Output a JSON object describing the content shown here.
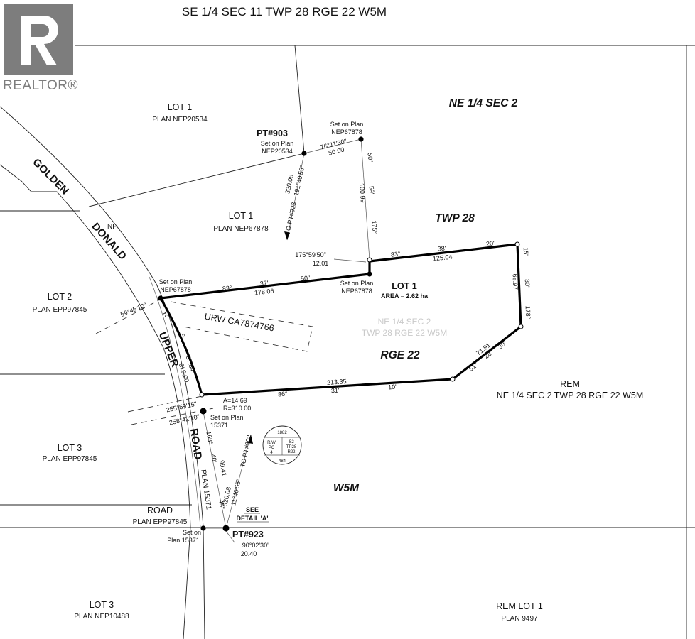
{
  "title": "SE 1/4 SEC 11 TWP 28 RGE 22 W5M",
  "logo": {
    "brand": "REALTOR®"
  },
  "regions": {
    "ne_quarter": "NE 1/4 SEC 2",
    "twp": "TWP 28",
    "rge": "RGE 22",
    "w5m": "W5M",
    "faint_line1": "NE 1/4 SEC 2",
    "faint_line2": "TWP 28 RGE 22 W5M"
  },
  "parcels": {
    "lot1_top": {
      "name": "LOT 1",
      "plan": "PLAN NEP20534"
    },
    "lot1_mid": {
      "name": "LOT 1",
      "plan": "PLAN NEP67878"
    },
    "lot2": {
      "name": "LOT 2",
      "plan": "PLAN EPP97845"
    },
    "lot3_mid": {
      "name": "LOT 3",
      "plan": "PLAN EPP97845"
    },
    "road_plan": {
      "name": "ROAD",
      "plan": "PLAN EPP97845"
    },
    "lot3_bottom": {
      "name": "LOT 3",
      "plan": "PLAN NEP10488"
    },
    "rem_lot1": {
      "name": "REM LOT 1",
      "plan": "PLAN 9497"
    },
    "rem": {
      "name": "REM",
      "desc": "NE 1/4 SEC 2 TWP 28 RGE 22 W5M"
    },
    "subject": {
      "name": "LOT 1",
      "area": "AREA = 2.62 ha"
    }
  },
  "roads": {
    "golden": "GOLDEN",
    "donald": "DONALD",
    "upper": "UPPER",
    "road": "ROAD",
    "nf": "NF",
    "plan15371": "PLAN 15371"
  },
  "urw": "URW CA7874766",
  "points": {
    "pt903": {
      "label": "PT#903",
      "set1": "Set on Plan",
      "set2": "NEP20534"
    },
    "pt923": {
      "label": "PT#923",
      "set1": "Set on",
      "set2": "Plan 15371"
    },
    "ne_corner": {
      "set1": "Set on Plan",
      "set2": "NEP67878"
    },
    "west_corner": {
      "set1": "Set on Plan",
      "set2": "NEP67878"
    },
    "mid_corner": {
      "set1": "Set on Plan",
      "set2": "NEP67878"
    },
    "upper_corner": {
      "set1": "Set on Plan",
      "set2": "15371"
    }
  },
  "see_detail": {
    "line1": "SEE",
    "line2": "DETAIL 'A'"
  },
  "dims": {
    "top_bearing": "76°11'30\"",
    "top_dist": "50.00",
    "east_50": "50\"",
    "east_dist": "100.99",
    "east_59": "59'",
    "east_175": "175°",
    "short_bearing": "175°59'50\"",
    "short_dist": "12.01",
    "ne_83": "83°",
    "ne_38": "38'",
    "ne_20": "20\"",
    "ne_dist": "125.04",
    "n_83": "83°",
    "n_37": "37'",
    "n_50": "50\"",
    "n_dist": "178.06",
    "e_15": "15\"",
    "e_dist": "68.97",
    "e_30": "30'",
    "e_178": "178°",
    "se_dist": "71.91",
    "se_30": "30\"",
    "se_28": "28'",
    "se_51": "51°",
    "s_dist": "213.35",
    "s_86": "86°",
    "s_31": "31'",
    "s_10": "10\"",
    "arc_a": "A=14.69",
    "arc_r": "R=310.00",
    "arc2_len": "87.84",
    "arc2_r": "310.00",
    "ang_59": "59°45'10\"",
    "ang_255": "255°59'15\"",
    "ang_258": "258°42'10\"",
    "w_168": "168°",
    "w_40": "40'",
    "w_45": "45\"",
    "w_dist": "99.41",
    "tie_dist": "320.08",
    "tie_bearing": "11°40'55\"",
    "tie_to": "TO PT#902",
    "tie2_dist": "320.08",
    "tie2_bearing": "191°40'55\"",
    "tie2_to": "TO PT#923",
    "bot_bearing": "90°02'30\"",
    "bot_dist": "20.40",
    "r_small": "R",
    "eq_small": "="
  },
  "monument": {
    "year": "1882",
    "rw": "R/W",
    "pc": "PC",
    "four": "4",
    "s2": "S2",
    "tp": "TP28",
    "r": "R22",
    "bottom": "484"
  }
}
